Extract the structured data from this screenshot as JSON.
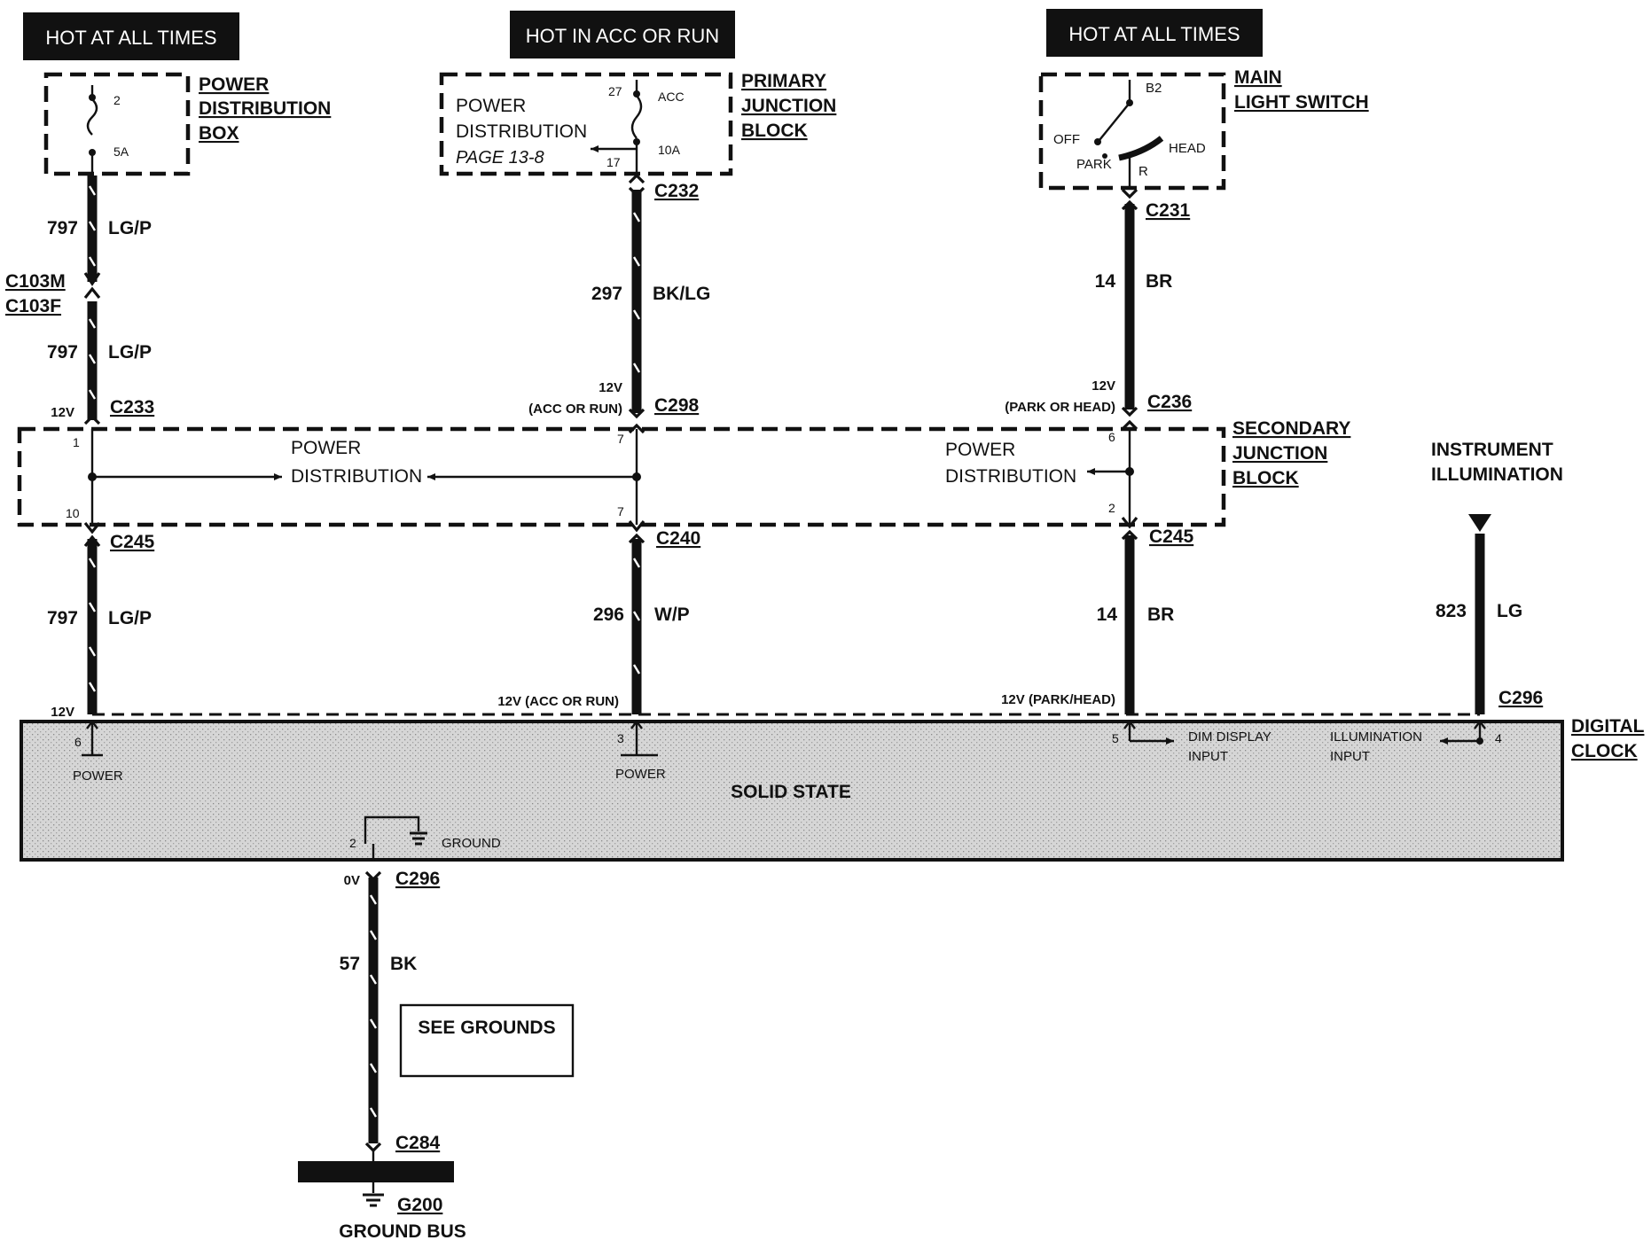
{
  "power_labels": {
    "left": "HOT AT ALL TIMES",
    "middle": "HOT IN ACC OR RUN",
    "right": "HOT AT ALL TIMES"
  },
  "components": {
    "pdb": {
      "name_1": "POWER",
      "name_2": "DISTRIBUTION",
      "name_3": "BOX",
      "pin_top": "2",
      "fuse": "5A"
    },
    "pjb": {
      "name_1": "PRIMARY",
      "name_2": "JUNCTION",
      "name_3": "BLOCK",
      "inner_1": "POWER",
      "inner_2": "DISTRIBUTION",
      "inner_3": "PAGE 13-8",
      "pin_top": "27",
      "pin_bottom": "17",
      "acc": "ACC",
      "fuse": "10A"
    },
    "mls": {
      "name_1": "MAIN",
      "name_2": "LIGHT SWITCH",
      "b2": "B2",
      "off": "OFF",
      "park": "PARK",
      "head": "HEAD",
      "r": "R"
    },
    "sjb": {
      "name_1": "SECONDARY",
      "name_2": "JUNCTION",
      "name_3": "BLOCK",
      "pd1_a": "POWER",
      "pd1_b": "DISTRIBUTION",
      "pd2_a": "POWER",
      "pd2_b": "DISTRIBUTION",
      "pin_1": "1",
      "pin_10": "10",
      "pin_7a": "7",
      "pin_7b": "7",
      "pin_6": "6",
      "pin_2": "2"
    },
    "clock": {
      "name_1": "DIGITAL",
      "name_2": "CLOCK",
      "solid_state": "SOLID STATE",
      "pin_6": "6",
      "power_1": "POWER",
      "pin_3": "3",
      "power_2": "POWER",
      "pin_5": "5",
      "dim_1": "DIM DISPLAY",
      "dim_2": "INPUT",
      "illum_1": "ILLUMINATION",
      "illum_2": "INPUT",
      "pin_4": "4",
      "pin_2": "2",
      "ground": "GROUND"
    },
    "instrument": {
      "line_1": "INSTRUMENT",
      "line_2": "ILLUMINATION"
    },
    "see_grounds": "SEE GROUNDS",
    "ground_bus": {
      "id": "G200",
      "label": "GROUND BUS"
    }
  },
  "connectors": {
    "c103m": "C103M",
    "c103f": "C103F",
    "c232": "C232",
    "c231": "C231",
    "c233": "C233",
    "c298": "C298",
    "c236": "C236",
    "c245_left": "C245",
    "c240": "C240",
    "c245_right": "C245",
    "c296_top": "C296",
    "c296_bottom": "C296",
    "c284": "C284"
  },
  "circuits": {
    "w1_num": "797",
    "w1_col": "LG/P",
    "w2_num": "797",
    "w2_col": "LG/P",
    "w3_num": "297",
    "w3_col": "BK/LG",
    "w4_num": "14",
    "w4_col": "BR",
    "w5_num": "797",
    "w5_col": "LG/P",
    "w6_num": "296",
    "w6_col": "W/P",
    "w7_num": "14",
    "w7_col": "BR",
    "w8_num": "823",
    "w8_col": "LG",
    "w9_num": "57",
    "w9_col": "BK"
  },
  "voltages": {
    "v_c233": "12V",
    "v_c298_a": "12V",
    "v_c298_b": "(ACC OR RUN)",
    "v_c236_a": "12V",
    "v_c236_b": "(PARK OR HEAD)",
    "v_clock_left": "12V",
    "v_clock_mid": "12V (ACC OR RUN)",
    "v_clock_right": "12V (PARK/HEAD)",
    "v_ground": "0V"
  }
}
